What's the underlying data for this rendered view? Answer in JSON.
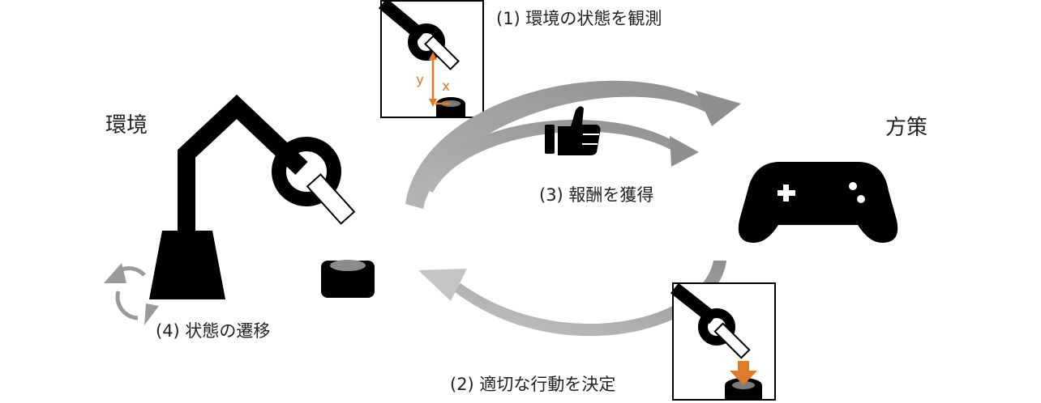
{
  "nodes": {
    "environment": "環境",
    "policy": "方策"
  },
  "steps": {
    "observe": "(1) 環境の状態を観測",
    "act": "(2) 適切な行動を決定",
    "reward": "(3) 報酬を獲得",
    "transition": "(4) 状態の遷移"
  },
  "inset": {
    "axis_y": "y",
    "axis_x": "x"
  },
  "colors": {
    "robot": "#000000",
    "arrow": "#a6a6a6",
    "accent": "#e07b2c"
  },
  "icons": [
    "robot-arm-icon",
    "cup-icon",
    "gamepad-icon",
    "thumbs-up-icon",
    "cycle-icon"
  ]
}
